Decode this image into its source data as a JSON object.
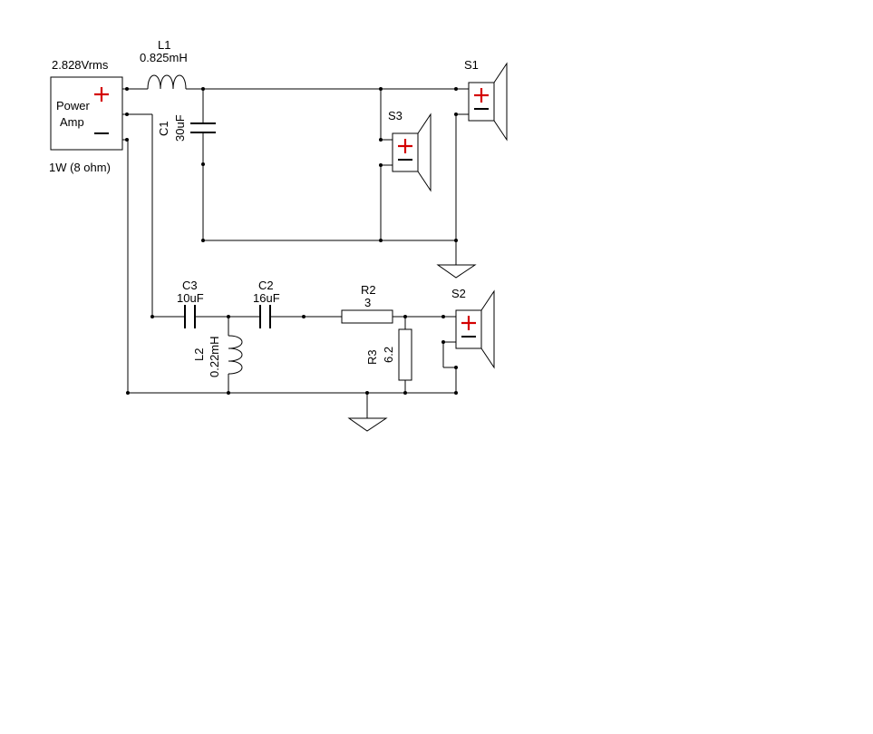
{
  "colors": {
    "line": "#000000",
    "polarity_plus": "#d40000",
    "background": "#ffffff"
  },
  "source": {
    "voltage": "2.828Vrms",
    "name_line1": "Power",
    "name_line2": "Amp",
    "rating": "1W (8 ohm)",
    "plus_symbol": "+",
    "minus_symbol": "—"
  },
  "components": {
    "L1": {
      "ref": "L1",
      "value": "0.825mH"
    },
    "C1": {
      "ref": "C1",
      "value": "30uF"
    },
    "C3": {
      "ref": "C3",
      "value": "10uF"
    },
    "C2": {
      "ref": "C2",
      "value": "16uF"
    },
    "L2": {
      "ref": "L2",
      "value": "0.22mH"
    },
    "R2": {
      "ref": "R2",
      "value": "3"
    },
    "R3": {
      "ref": "R3",
      "value": "6.2"
    }
  },
  "speakers": {
    "S1": {
      "ref": "S1"
    },
    "S2": {
      "ref": "S2"
    },
    "S3": {
      "ref": "S3"
    }
  }
}
